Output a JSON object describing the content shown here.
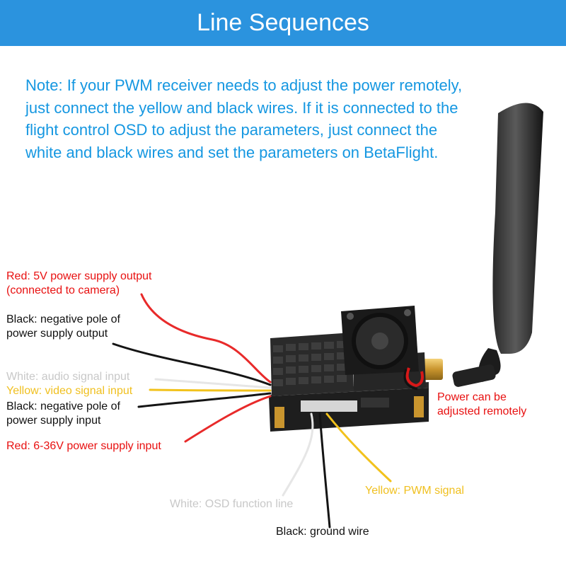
{
  "header": {
    "title": "Line Sequences"
  },
  "note": {
    "lines": [
      "Note: If your PWM receiver needs to adjust the power remotely,",
      "just connect the yellow and black wires. If it is connected to the",
      "flight control OSD to adjust the parameters, just connect the",
      "white and black wires and set the parameters on BetaFlight."
    ]
  },
  "labels": {
    "red_5v_line1": "Red: 5V power supply output",
    "red_5v_line2": "(connected to camera)",
    "black_out_line1": "Black: negative pole of",
    "black_out_line2": "power supply output",
    "white_audio": "White: audio signal input",
    "yellow_video": "Yellow: video signal input",
    "black_in_line1": "Black: negative pole of",
    "black_in_line2": "power supply input",
    "red_power_in": "Red: 6-36V power supply input",
    "power_adjust_line1": "Power can be",
    "power_adjust_line2": "adjusted remotely",
    "yellow_pwm": "Yellow: PWM signal",
    "white_osd": "White: OSD function line",
    "black_ground": "Black: ground wire"
  },
  "colors": {
    "header_bg": "#2b93de",
    "note_text": "#1597e1",
    "red": "#e81010",
    "black": "#111111",
    "white_label": "#c8c8c8",
    "yellow": "#f0c020"
  }
}
